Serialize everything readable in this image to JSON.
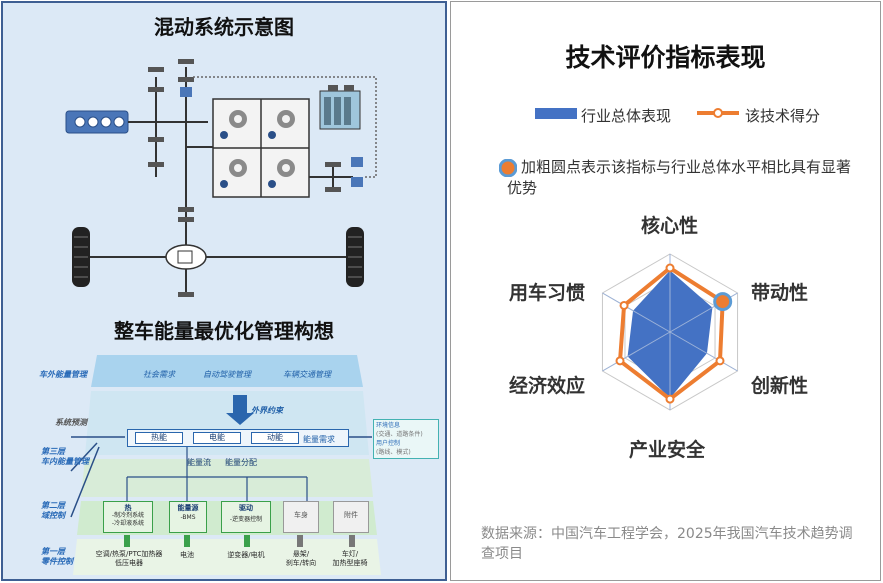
{
  "left": {
    "hybrid_title": "混动系统示意图",
    "energy_title": "整车能量最优化管理构想",
    "energy_diagram": {
      "layers": [
        "车外能量管理",
        "系统预测",
        "第三层\n车内能量管理",
        "第二层\n域控制",
        "第一层\n零件控制"
      ],
      "top_headers": [
        "社会需求",
        "自动驾驶管理",
        "车辆交通管理"
      ],
      "external_constraint": "外界约束",
      "energy_boxes": [
        "热能",
        "电能",
        "动能"
      ],
      "energy_demand": "能量需求",
      "env_info": [
        "环境信息",
        "(交通、道路条件)",
        "用户控制",
        "(路线、模式)"
      ],
      "flow_labels": [
        "能量流",
        "能量分配"
      ],
      "domains": [
        {
          "title": "热",
          "sub": "-制冷剂系统\n-冷却液系统"
        },
        {
          "title": "能量源",
          "sub": "-BMS"
        },
        {
          "title": "驱动",
          "sub": "-逆变器控制"
        },
        {
          "title": "车身",
          "sub": ""
        },
        {
          "title": "附件",
          "sub": ""
        }
      ],
      "components": [
        "空调/热泵/PTC加热器\n低压电器",
        "电池",
        "逆变器/电机",
        "悬架/\n刹车/转向",
        "车灯/\n加热型座椅"
      ]
    }
  },
  "right": {
    "title": "技术评价指标表现",
    "legend": [
      {
        "label": "行业总体表现",
        "color": "#4472c4"
      },
      {
        "label": "该技术得分",
        "color": "#ed7d31"
      }
    ],
    "note": "加粗圆点表示该指标与行业总体水平相比具有显著优势",
    "axes": [
      "核心性",
      "带动性",
      "创新性",
      "产业安全",
      "经济效应",
      "用车习惯"
    ],
    "source": "数据来源：中国汽车工程学会，2025年我国汽车技术趋势调查项目"
  },
  "chart_data": {
    "type": "radar",
    "axes": [
      "核心性",
      "带动性",
      "创新性",
      "产业安全",
      "经济效应",
      "用车习惯"
    ],
    "range": [
      0,
      1
    ],
    "series": [
      {
        "name": "行业总体表现",
        "values": [
          0.78,
          0.62,
          0.54,
          0.84,
          0.62,
          0.54
        ],
        "color": "#4472c4",
        "style": "filled"
      },
      {
        "name": "该技术得分",
        "values": [
          0.82,
          0.78,
          0.74,
          0.86,
          0.74,
          0.68
        ],
        "color": "#ed7d31",
        "style": "line"
      }
    ],
    "highlighted_axes": [
      "带动性"
    ]
  }
}
